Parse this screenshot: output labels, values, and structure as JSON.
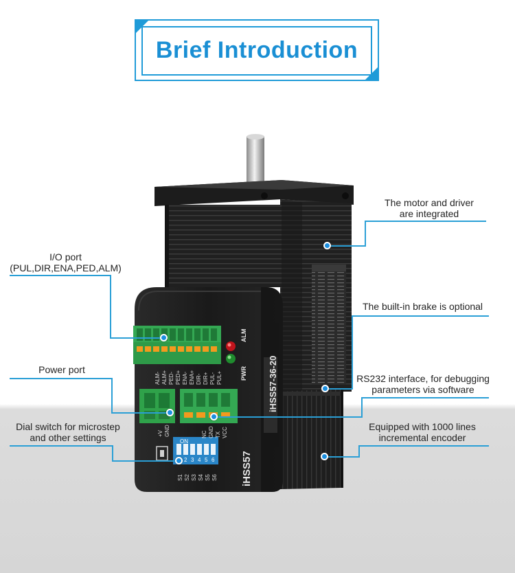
{
  "title": "Brief Introduction",
  "colors": {
    "accent": "#1f9bd8",
    "text": "#222222",
    "motor_body": "#1b1b1b",
    "terminal_green": "#2fa24a",
    "dip_switch_blue": "#2a86c8"
  },
  "product": {
    "model_side": "iHSS57-36-20",
    "model_front": "iHSS57",
    "indicator_alm": "ALM",
    "indicator_pwr": "PWR",
    "io_pins": [
      "ALM-",
      "ALM+",
      "PED-",
      "PED+",
      "ENA-",
      "ENA+",
      "DIR-",
      "DIR+",
      "PUL-",
      "PUL+"
    ],
    "power_pins": [
      "+V",
      "GND"
    ],
    "rs232_pins": [
      "NC",
      "GND",
      "TX",
      "VCC"
    ],
    "dip_labels": [
      "S1",
      "S2",
      "S3",
      "S4",
      "S5",
      "S6"
    ],
    "dip_numbers": [
      "1",
      "2",
      "3",
      "4",
      "5",
      "6"
    ],
    "dip_on": "ON"
  },
  "annotations": {
    "integrated": [
      "The motor and driver",
      "are integrated"
    ],
    "io_port": [
      "I/O port",
      "(PUL,DIR,ENA,PED,ALM)"
    ],
    "brake": [
      "The built-in brake is optional"
    ],
    "power_port": [
      "Power port"
    ],
    "rs232": [
      "RS232 interface, for debugging",
      "parameters via software"
    ],
    "dial_switch": [
      "Dial switch for microstep",
      "and other settings"
    ],
    "encoder": [
      "Equipped with 1000 lines",
      "incremental encoder"
    ]
  }
}
